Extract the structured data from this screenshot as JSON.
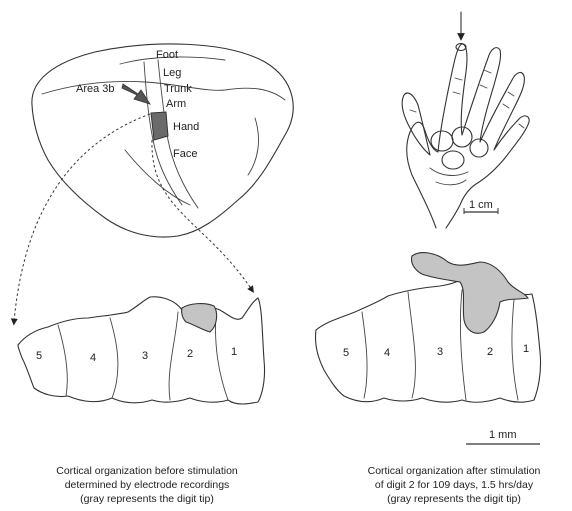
{
  "brain": {
    "area_label": "Area 3b",
    "regions": [
      "Foot",
      "Leg",
      "Trunk",
      "Arm",
      "Hand",
      "Face"
    ]
  },
  "hand_scale": "1 cm",
  "cortex_scale": "1 mm",
  "before": {
    "digits": [
      "5",
      "4",
      "3",
      "2",
      "1"
    ],
    "caption_lines": [
      "Cortical organization before stimulation",
      "determined by electrode recordings",
      "(gray represents the digit tip)"
    ]
  },
  "after": {
    "digits": [
      "5",
      "4",
      "3",
      "2",
      "1"
    ],
    "caption_lines": [
      "Cortical organization after stimulation",
      "of digit 2 for 109 days, 1.5 hrs/day",
      "(gray represents the digit tip)"
    ]
  }
}
